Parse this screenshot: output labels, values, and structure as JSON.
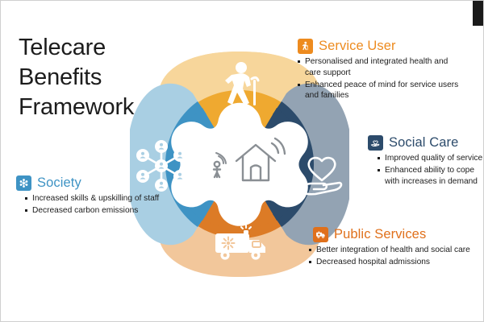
{
  "page": {
    "title": "Telecare\nBenefits\nFramework"
  },
  "colors": {
    "service_user_accent": "#ED8B1F",
    "social_care_accent": "#2C4B6B",
    "public_services_accent": "#E0701B",
    "society_accent": "#3E93C4",
    "petal_top_outer": "#F7D69B",
    "petal_top_inner": "#EFA930",
    "petal_right_outer": "#93A3B3",
    "petal_right_inner": "#2C4B6B",
    "petal_bottom_outer": "#F2C79B",
    "petal_bottom_inner": "#DC7B26",
    "petal_left_outer": "#A9CFE3",
    "petal_left_inner": "#3E93C4",
    "center_fill": "#FFFFFF"
  },
  "diagram": {
    "center": {
      "icon": "connected-home-icon",
      "label": "Telecare connected home"
    },
    "petals": [
      {
        "position": "top",
        "icon": "elderly-person-walking-icon",
        "category": "Service User"
      },
      {
        "position": "right",
        "icon": "hand-holding-heart-icon",
        "category": "Social Care"
      },
      {
        "position": "bottom",
        "icon": "ambulance-icon",
        "category": "Public Services"
      },
      {
        "position": "left",
        "icon": "network-nodes-icon",
        "category": "Society"
      }
    ]
  },
  "blocks": {
    "service_user": {
      "icon": "elderly-person-walking-icon",
      "heading": "Service User",
      "bullets": [
        "Personalised and integrated health and care support",
        "Enhanced peace of mind for service users and families"
      ]
    },
    "social_care": {
      "icon": "hand-holding-heart-icon",
      "heading": "Social Care",
      "bullets": [
        "Improved quality of service",
        "Enhanced ability to cope with increases in demand"
      ]
    },
    "public_services": {
      "icon": "ambulance-icon",
      "heading": "Public Services",
      "bullets": [
        "Better integration of health and social care",
        "Decreased hospital admissions"
      ]
    },
    "society": {
      "icon": "network-nodes-icon",
      "heading": "Society",
      "bullets": [
        "Increased skills & upskilling of staff",
        "Decreased carbon emissions"
      ]
    }
  }
}
